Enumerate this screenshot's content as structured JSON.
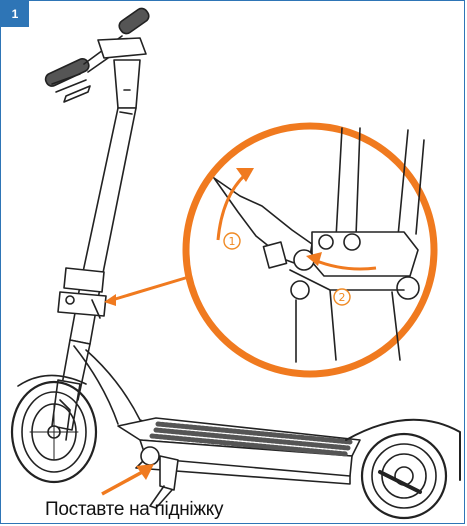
{
  "step": {
    "number": "1"
  },
  "callouts": {
    "one": "1",
    "two": "2"
  },
  "caption": "Поставте на підніжку",
  "colors": {
    "accent": "#f07a1f",
    "frame": "#2e75b6",
    "line": "#222222"
  }
}
